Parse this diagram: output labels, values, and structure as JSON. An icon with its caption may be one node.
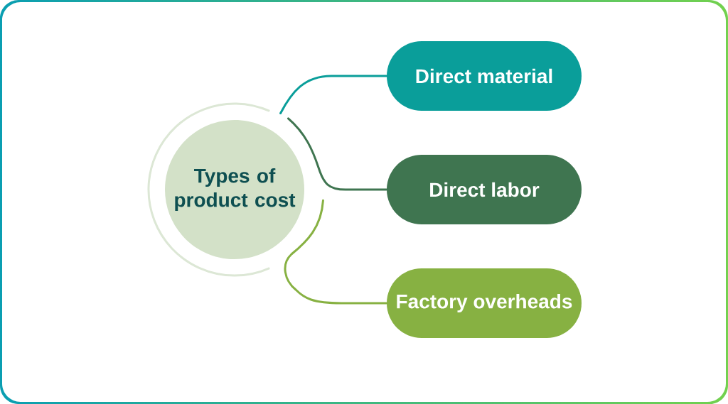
{
  "diagram": {
    "nodes": [
      {
        "text": [
          "Types of product cost"
        ]
      },
      {
        "text": [
          "Direct material"
        ]
      },
      {
        "text": [
          "Direct labor"
        ]
      },
      {
        "text": [
          "Factory overheads"
        ]
      }
    ],
    "edges": [
      {
        "from": 0,
        "to": 1,
        "arrow": "none",
        "color": "#0a9e9a"
      },
      {
        "from": 0,
        "to": 2,
        "arrow": "none",
        "color": "#3f7550"
      },
      {
        "from": 0,
        "to": 3,
        "arrow": "none",
        "color": "#87b142"
      }
    ]
  }
}
